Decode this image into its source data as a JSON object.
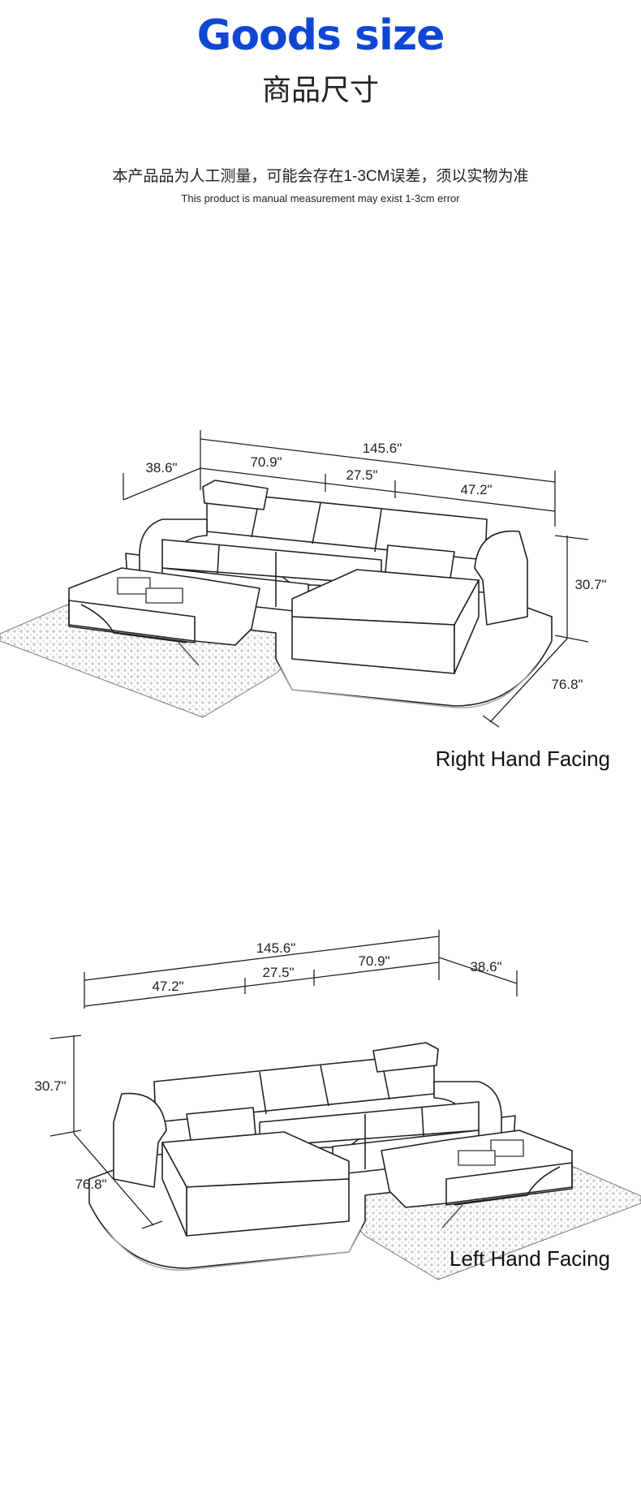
{
  "header": {
    "title": "Goods size",
    "subtitle_cn": "商品尺寸",
    "note_cn": "本产品品为人工测量，可能会存在1-3CM误差，须以实物为准",
    "note_en": "This product is manual measurement may exist 1-3cm error",
    "title_color": "#0f47d4"
  },
  "right_hand": {
    "caption": "Right Hand Facing",
    "total_length": "145.6\"",
    "depth_left": "38.6\"",
    "seg_1": "70.9\"",
    "seg_2": "27.5\"",
    "seg_3": "47.2\"",
    "height": "30.7\"",
    "chaise_length": "76.8\""
  },
  "left_hand": {
    "caption": "Left Hand Facing",
    "total_length": "145.6\"",
    "depth_right": "38.6\"",
    "seg_1": "47.2\"",
    "seg_2": "27.5\"",
    "seg_3": "70.9\"",
    "height": "30.7\"",
    "chaise_length": "76.8\""
  }
}
